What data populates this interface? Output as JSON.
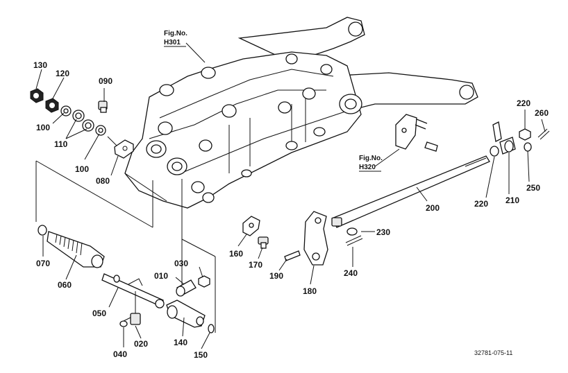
{
  "labels": {
    "p130": "130",
    "p120": "120",
    "p090": "090",
    "p100a": "100",
    "p110": "110",
    "p100b": "100",
    "p080": "080",
    "p070": "070",
    "p060": "060",
    "p050": "050",
    "p040": "040",
    "p020": "020",
    "p010": "010",
    "p030": "030",
    "p140": "140",
    "p150": "150",
    "p160": "160",
    "p170": "170",
    "p190": "190",
    "p180": "180",
    "p240": "240",
    "p230": "230",
    "p200": "200",
    "p220a": "220",
    "p210": "210",
    "p250": "250",
    "p220b": "220",
    "p260": "260"
  },
  "fig_refs": {
    "h301_title": "Fig.No.",
    "h301_code": "H301",
    "h320_title": "Fig.No.",
    "h320_code": "H320"
  },
  "drawing_code": "32781-075-11"
}
